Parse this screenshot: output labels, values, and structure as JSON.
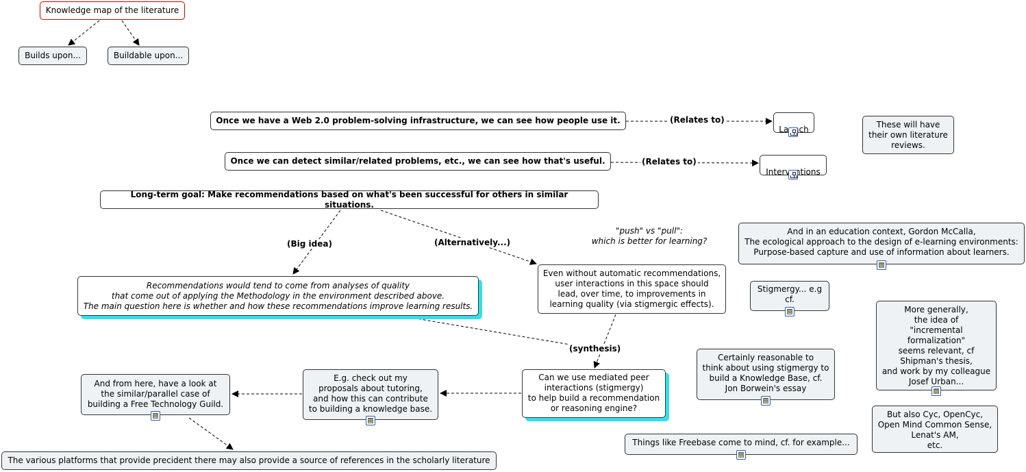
{
  "nodes": {
    "knowledge_map": "Knowledge map of the literature",
    "builds_upon": "Builds upon...",
    "buildable_upon": "Buildable upon...",
    "web20": "Once we have a Web 2.0 problem-solving infrastructure, we can see how people use it.",
    "launch": "Launch",
    "detect_similar": "Once we can detect similar/related problems, etc., we can see how that's useful.",
    "interventions": "Interventions",
    "own_reviews": "These will have\ntheir own literature\nreviews.",
    "long_term": "Long-term goal: Make recommendations based on what's been successful for others in similar situations.",
    "mccalla": "And in an education context, Gordon McCalla,\nThe ecological approach to the design of e-learning environments:\nPurpose-based capture and use of information about learners.",
    "stigmergy_eg": "Stigmergy... e.g\ncf.",
    "recommendations_quality": "Recommendations would tend to come from analyses of quality\nthat come out of applying the Methodology in the environment described above.\nThe main question here is whether and how these recommendations improve learning results.",
    "even_without": "Even without automatic recommendations,\nuser interactions in this space should\nlead, over time, to improvements in\nlearning quality (via stigmergic effects).",
    "incremental": "More generally,\nthe idea of\n\"incremental\nformalization\"\nseems relevant, cf\nShipman's thesis,\nand work by my colleague\nJosef Urban...",
    "knowledge_base": "Certainly reasonable to\nthink about using stigmergy to\nbuild a Knowledge Base, cf.\nJon Borwein's essay",
    "free_tech_guild": "And from here, have a look at\nthe similar/parallel case of\nbuilding a Free Technology Guild.",
    "tutoring": "E.g. check out my\nproposals about tutoring,\nand how this can contribute\nto building a knowledge base.",
    "mediated_peer": "Can we use mediated peer\ninteractions (stigmergy)\nto help build a recommendation\nor reasoning engine?",
    "cyc": "But also Cyc, OpenCyc,\nOpen Mind Common Sense,\nLenat's AM,\netc.",
    "freebase": "Things like Freebase come to mind, cf. for example...",
    "platforms": "The various platforms that provide precident there may also provide a source of references in the scholarly literature"
  },
  "edge_labels": {
    "relates_to_1": "(Relates to)",
    "relates_to_2": "(Relates to)",
    "big_idea": "(Big idea)",
    "alternatively": "(Alternatively...)",
    "synthesis": "(synthesis)"
  },
  "notes": {
    "push_pull": "\"push\" vs \"pull\":\nwhich is better for learning?"
  },
  "icons": {
    "launch": "map-icon",
    "interventions": "map-icon",
    "attached": "document-icon"
  },
  "colors": {
    "node_fill": "#eef2f4",
    "root_border": "#cc0000",
    "highlight_shadow": "#33e0ea",
    "edge": "#000000"
  }
}
